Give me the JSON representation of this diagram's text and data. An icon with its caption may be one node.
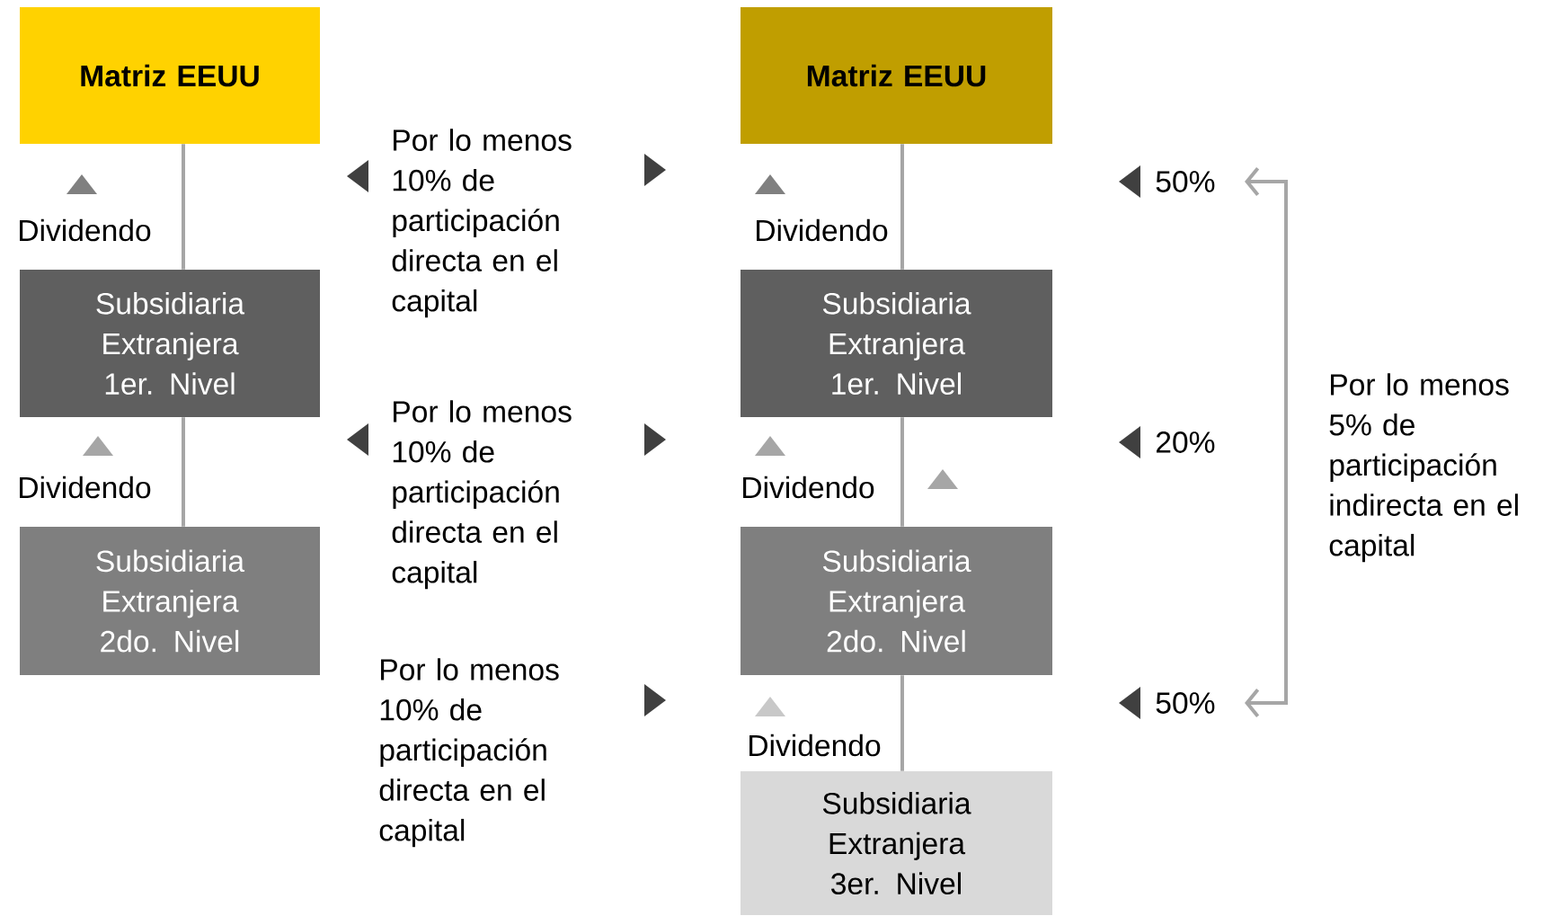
{
  "diagram": {
    "nodes": [
      {
        "text": [
          "Matriz EEUU"
        ]
      },
      {
        "text": [
          "Subsidiaria Extranjera 1er. Nivel"
        ]
      },
      {
        "text": [
          "Subsidiaria Extranjera 2do. Nivel"
        ]
      },
      {
        "text": [
          "Matriz EEUU"
        ]
      },
      {
        "text": [
          "Subsidiaria Extranjera 1er. Nivel"
        ]
      },
      {
        "text": [
          "Subsidiaria Extranjera 2do. Nivel"
        ]
      },
      {
        "text": [
          "Subsidiaria Extranjera 3er. Nivel"
        ]
      }
    ],
    "edges": [
      {
        "from": 0,
        "to": 1,
        "arrow": "none"
      },
      {
        "from": 1,
        "to": 2,
        "arrow": "none"
      },
      {
        "from": 3,
        "to": 4,
        "arrow": "none"
      },
      {
        "from": 4,
        "to": 5,
        "arrow": "none"
      },
      {
        "from": 5,
        "to": 6,
        "arrow": "none"
      }
    ],
    "labels": [
      "Dividendo",
      "Por lo menos 10% de participación directa en el capital",
      "Dividendo",
      "50%",
      "Dividendo",
      "Por lo menos 10% de participación directa en el capital",
      "Dividendo",
      "20%",
      "Por lo menos 5% de participación indirecta en el capital",
      "Por lo menos 10% de participación directa en el capital",
      "Dividendo",
      "50%"
    ]
  }
}
